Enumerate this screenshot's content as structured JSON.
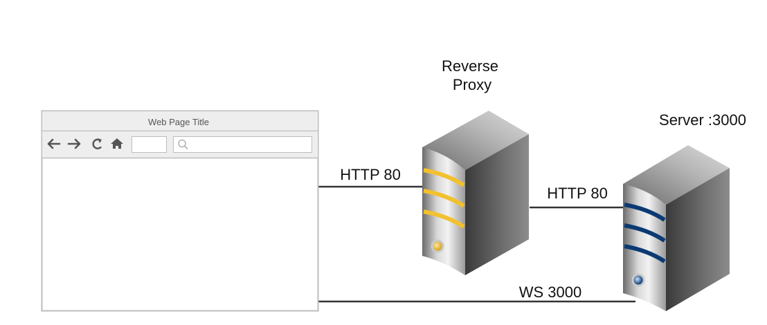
{
  "browser": {
    "title": "Web Page Title",
    "nav_icons": [
      "back-arrow-icon",
      "forward-arrow-icon",
      "reload-icon",
      "home-icon",
      "search-icon"
    ]
  },
  "nodes": {
    "reverse_proxy": {
      "label_line1": "Reverse",
      "label_line2": "Proxy",
      "stripe_color": "#f2c12e"
    },
    "server": {
      "label": "Server :3000",
      "stripe_color": "#0b3a73"
    }
  },
  "edges": {
    "browser_to_proxy": "HTTP 80",
    "proxy_to_server": "HTTP 80",
    "browser_to_server": "WS 3000"
  }
}
